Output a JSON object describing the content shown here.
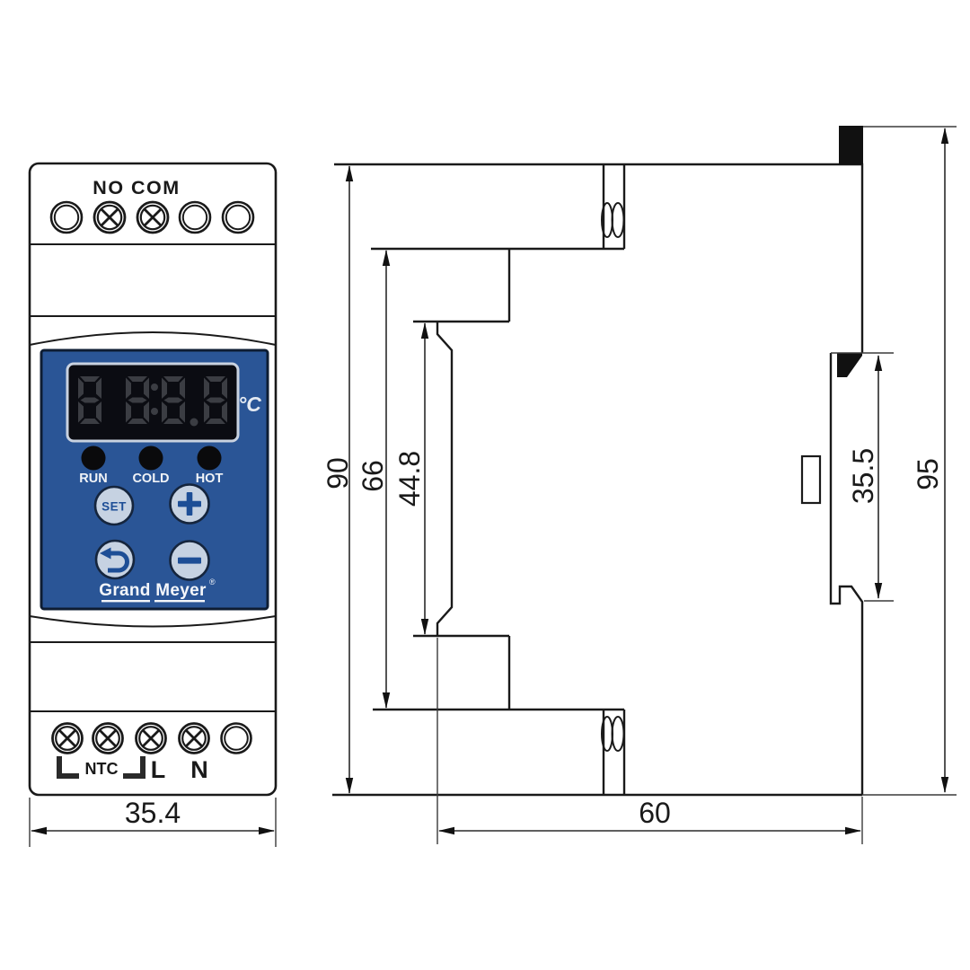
{
  "front_view": {
    "terminals_top_label": "NO COM",
    "display": {
      "value": "88:8.8",
      "unit": "°C"
    },
    "leds": [
      {
        "label": "RUN"
      },
      {
        "label": "COLD"
      },
      {
        "label": "HOT"
      }
    ],
    "buttons": {
      "set": "SET",
      "plus": "+",
      "minus": "−",
      "back_icon": "undo-arrow"
    },
    "brand": {
      "name": "Grand Meyer",
      "mark": "®"
    },
    "terminals_bottom": {
      "sensor": "NTC",
      "line": "L",
      "neutral": "N"
    },
    "dimension_width": "35.4"
  },
  "side_view": {
    "dimensions": {
      "d90": "90",
      "d66": "66",
      "d44_8": "44.8",
      "d35_5": "35.5",
      "d95": "95",
      "d60": "60"
    }
  },
  "colors": {
    "panel_blue": "#2a5596",
    "display_bg": "#0b0c12",
    "display_border": "#c9d2e0",
    "segments": "#3b3d43",
    "button_fill": "#c6d2e2",
    "button_symbol": "#1d4e96",
    "led": "#0a0a0c",
    "outline": "#1a1a1a",
    "panel_text": "#f0f3f7"
  }
}
